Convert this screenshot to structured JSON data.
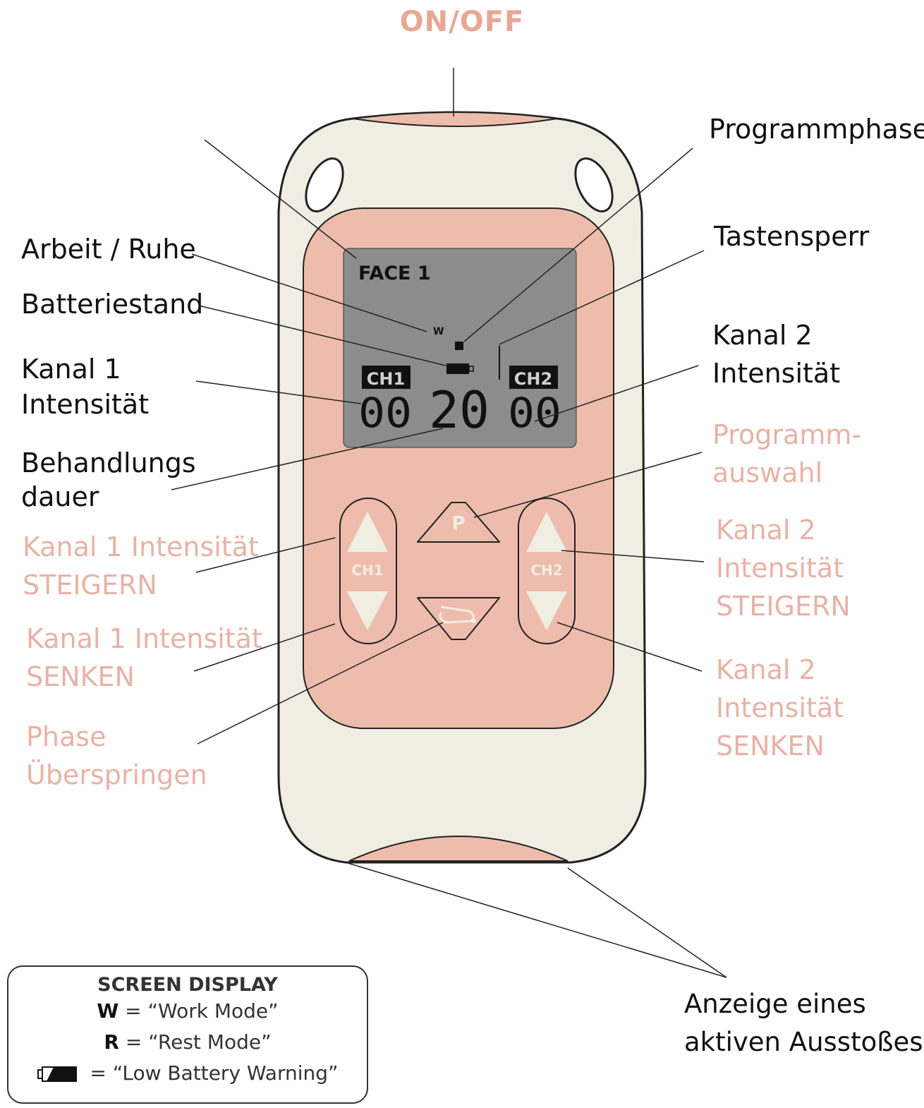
{
  "top_label": "ON/OFF",
  "display": {
    "program_name": "FACE 1",
    "mode_indicator": "W",
    "ch1_tag": "CH1",
    "ch2_tag": "CH2",
    "ch1_intensity": "00",
    "duration": "20",
    "ch2_intensity": "00"
  },
  "buttons": {
    "ch1_label": "CH1",
    "ch2_label": "CH2",
    "program_label": "P"
  },
  "labels_left": {
    "work_rest": "Arbeit / Ruhe",
    "battery": "Batteriestand",
    "ch1_intensity": [
      "Kanal 1",
      "Intensität"
    ],
    "duration": [
      "Behandlungs",
      "dauer"
    ],
    "ch1_up": [
      "Kanal 1 Intensität",
      "STEIGERN"
    ],
    "ch1_down": [
      "Kanal 1 Intensität",
      "SENKEN"
    ],
    "skip_phase": [
      "Phase",
      "Überspringen"
    ]
  },
  "labels_right": {
    "program_phase": "Programmphase",
    "key_lock": "Tastensperr",
    "ch2_intensity": [
      "Kanal 2",
      "Intensität"
    ],
    "program_select": [
      "Programm-",
      "auswahl"
    ],
    "ch2_up": [
      "Kanal 2",
      "Intensität",
      "STEIGERN"
    ],
    "ch2_down": [
      "Kanal 2",
      "Intensität",
      "SENKEN"
    ],
    "active_output": [
      "Anzeige eines",
      "aktiven Ausstoßes"
    ]
  },
  "legend": {
    "title": "SCREEN DISPLAY",
    "w_key": "W",
    "w_text": " = “Work Mode”",
    "r_key": "R",
    "r_text": " = “Rest Mode”",
    "battery_text": " = “Low Battery Warning”",
    "battery_icon": "low-battery-icon"
  },
  "colors": {
    "body": "#f0eee2",
    "panel": "#eebcac",
    "lcd": "#8c8c8c",
    "accent_label": "#e8b2a6",
    "onoff": "#e8a796"
  }
}
